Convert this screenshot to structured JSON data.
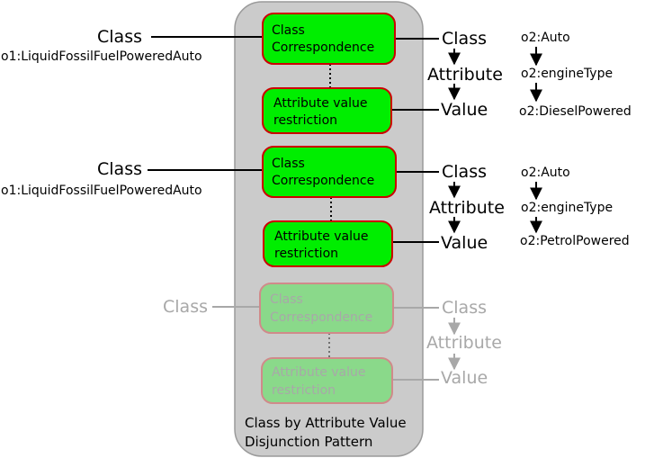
{
  "pattern_caption": {
    "line1": "Class by Attribute Value",
    "line2": "Disjunction Pattern"
  },
  "blocks": [
    {
      "left_label": "Class",
      "left_entity": "o1:LiquidFossilFuelPoweredAuto",
      "corr_line1": "Class",
      "corr_line2": "Correspondence",
      "restr_line1": "Attribute value",
      "restr_line2": "restriction",
      "right_class": "Class",
      "right_attribute": "Attribute",
      "right_value": "Value",
      "o2_class": "o2:Auto",
      "o2_attribute": "o2:engineType",
      "o2_value": "o2:DieselPowered"
    },
    {
      "left_label": "Class",
      "left_entity": "o1:LiquidFossilFuelPoweredAuto",
      "corr_line1": "Class",
      "corr_line2": "Correspondence",
      "restr_line1": "Attribute value",
      "restr_line2": "restriction",
      "right_class": "Class",
      "right_attribute": "Attribute",
      "right_value": "Value",
      "o2_class": "o2:Auto",
      "o2_attribute": "o2:engineType",
      "o2_value": "o2:PetrolPowered"
    },
    {
      "left_label": "Class",
      "corr_line1": "Class",
      "corr_line2": "Correspondence",
      "restr_line1": "Attribute value",
      "restr_line2": "restriction",
      "right_class": "Class",
      "right_attribute": "Attribute",
      "right_value": "Value"
    }
  ],
  "colors": {
    "active_fill": "#00ee00",
    "active_stroke": "#cc0000",
    "faded_fill": "#8ad98a",
    "faded_stroke": "#d08a8a",
    "faded_text": "#a8a8a8",
    "panel_fill": "#cbcbcb",
    "panel_stroke": "#9a9a9a"
  }
}
